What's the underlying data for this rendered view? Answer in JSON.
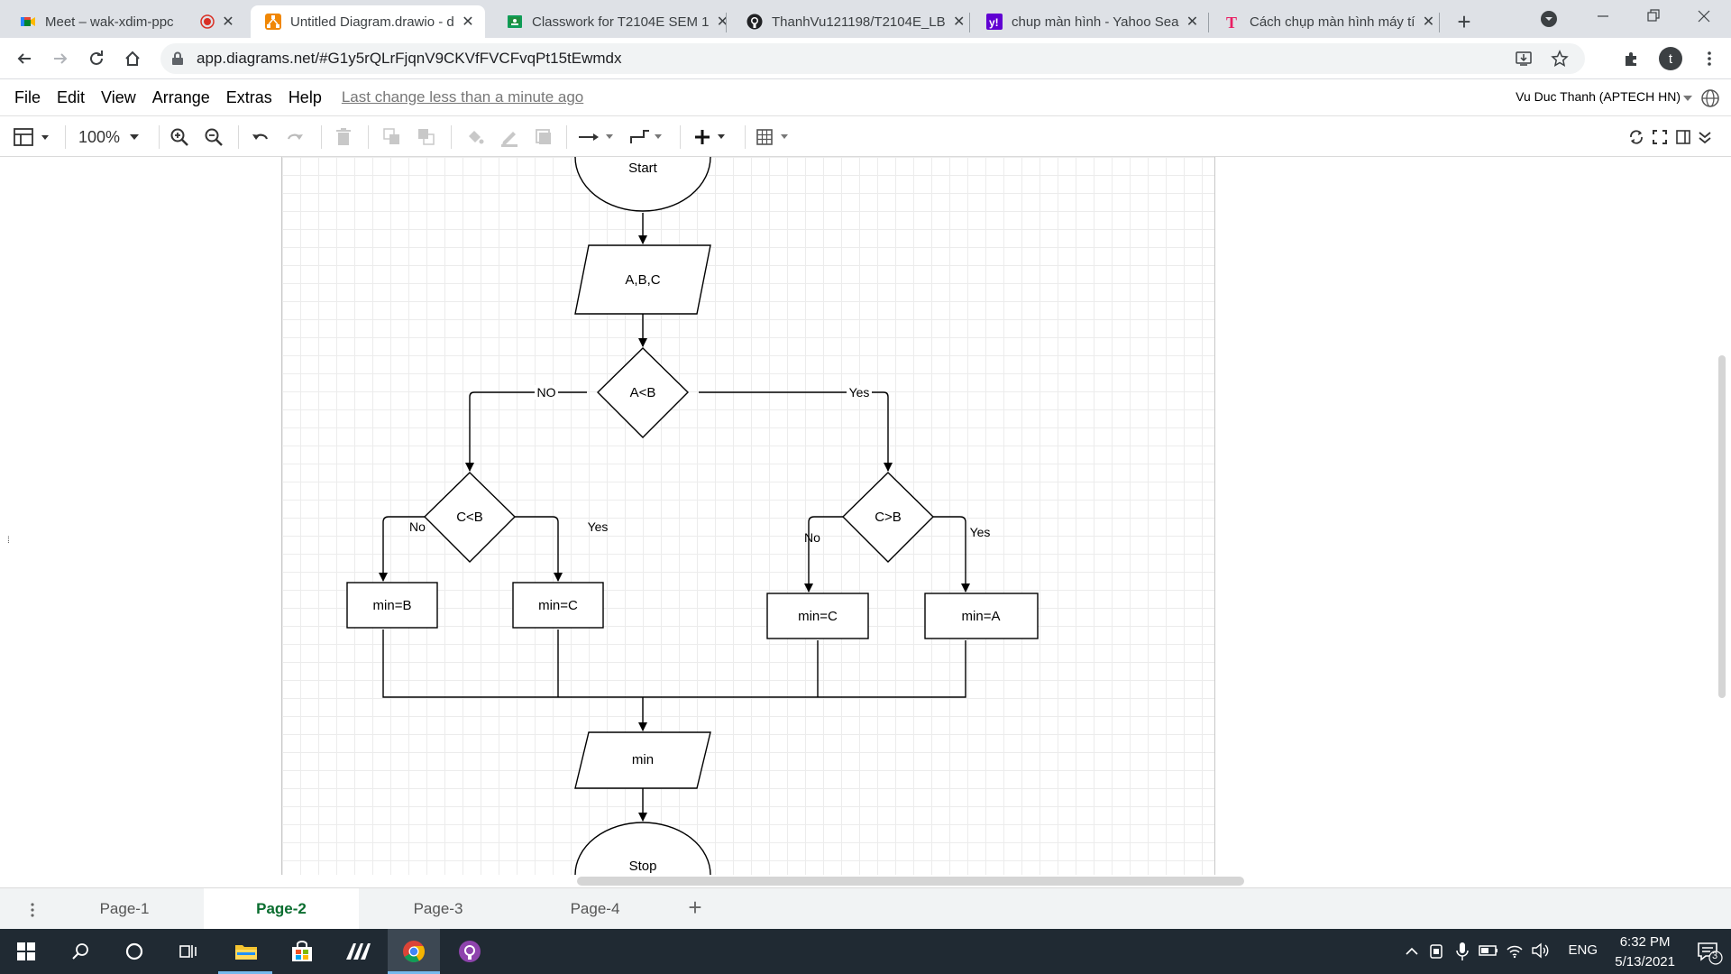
{
  "browser": {
    "tabs": [
      {
        "title": "Meet – wak-xdim-ppc",
        "icon": "google-meet-icon",
        "recording": true
      },
      {
        "title": "Untitled Diagram.drawio - d",
        "icon": "drawio-icon",
        "active": true
      },
      {
        "title": "Classwork for T2104E SEM 1",
        "icon": "classroom-icon"
      },
      {
        "title": "ThanhVu121198/T2104E_LB",
        "icon": "github-icon"
      },
      {
        "title": "chup màn hình - Yahoo Sea",
        "icon": "yahoo-icon"
      },
      {
        "title": "Cách chụp màn hình máy tí",
        "icon": "t-icon"
      }
    ],
    "url": "app.diagrams.net/#G1y5rQLrFjqnV9CKVfFVCFvqPt15tEwmdx",
    "profile_initial": "t"
  },
  "menubar": {
    "items": [
      "File",
      "Edit",
      "View",
      "Arrange",
      "Extras",
      "Help"
    ],
    "last_change": "Last change less than a minute ago",
    "user": "Vu Duc Thanh (APTECH HN)"
  },
  "toolbar": {
    "zoom": "100%"
  },
  "diagram": {
    "start": "Start",
    "input": "A,B,C",
    "decision1": "A<B",
    "decision1_no": "NO",
    "decision1_yes": "Yes",
    "decision2": "C<B",
    "decision2_no": "No",
    "decision2_yes": "Yes",
    "decision3": "C>B",
    "decision3_no": "No",
    "decision3_yes": "Yes",
    "box1": "min=B",
    "box2": "min=C",
    "box3": "min=C",
    "box4": "min=A",
    "output": "min",
    "stop": "Stop"
  },
  "pages": {
    "tabs": [
      "Page-1",
      "Page-2",
      "Page-3",
      "Page-4"
    ],
    "active_index": 1
  },
  "taskbar": {
    "lang": "ENG",
    "time": "6:32 PM",
    "date": "5/13/2021",
    "notifications": "3"
  }
}
